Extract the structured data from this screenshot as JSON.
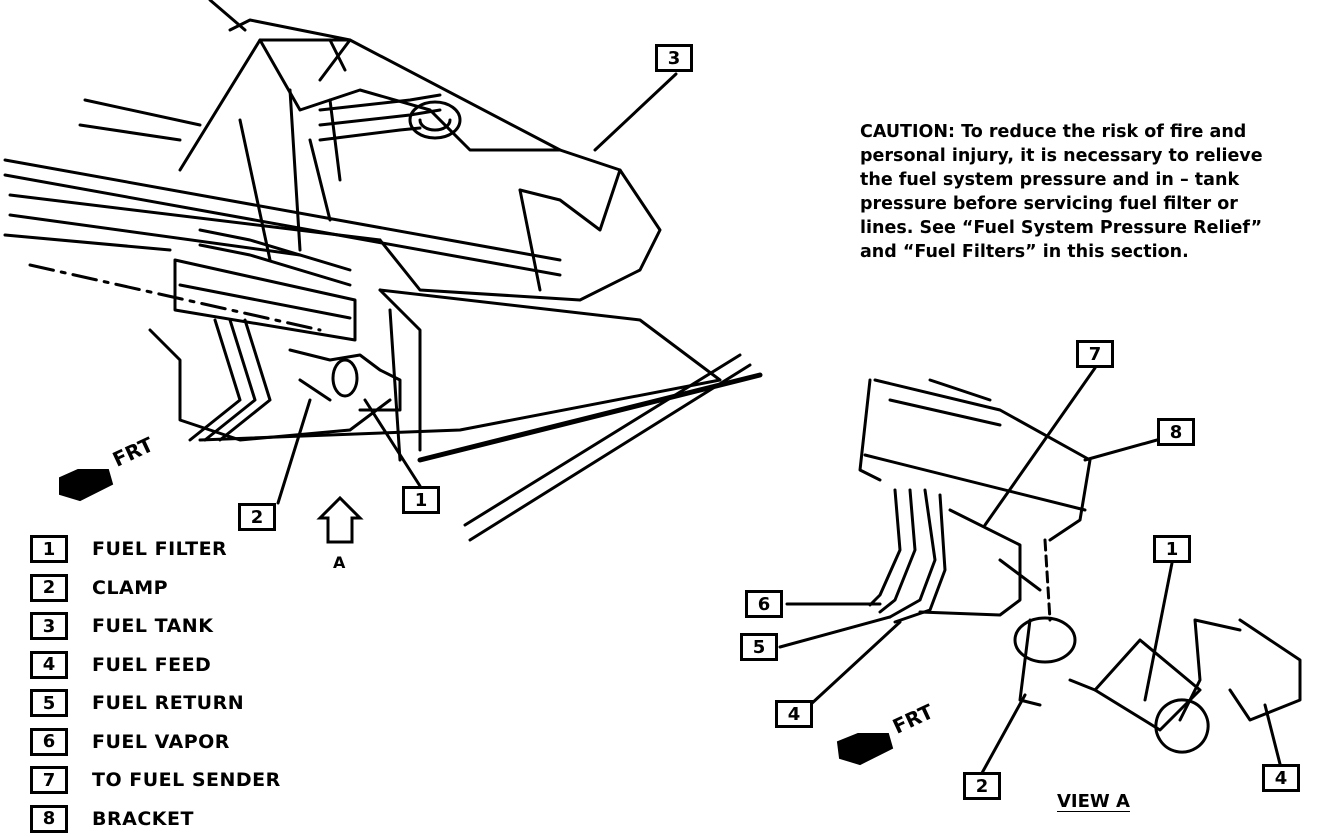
{
  "caution": {
    "lines": [
      "CAUTION:  To reduce the risk of fire and",
      "personal injury, it is necessary to relieve",
      "the fuel system pressure and in – tank",
      "pressure before servicing fuel filter or",
      "lines.  See “Fuel System Pressure Relief”",
      "and “Fuel Filters” in this section."
    ]
  },
  "legend": [
    {
      "num": "1",
      "label": "FUEL FILTER"
    },
    {
      "num": "2",
      "label": "CLAMP"
    },
    {
      "num": "3",
      "label": "FUEL TANK"
    },
    {
      "num": "4",
      "label": "FUEL FEED"
    },
    {
      "num": "5",
      "label": "FUEL RETURN"
    },
    {
      "num": "6",
      "label": "FUEL VAPOR"
    },
    {
      "num": "7",
      "label": "TO FUEL SENDER"
    },
    {
      "num": "8",
      "label": "BRACKET"
    }
  ],
  "callouts": {
    "main_tank": "3",
    "main_clamp": "2",
    "main_filter": "1",
    "view_sender": "7",
    "view_bracket": "8",
    "view_filter": "1",
    "view_vapor": "6",
    "view_return": "5",
    "view_feed": "4",
    "view_clamp": "2",
    "view_line_end": "4"
  },
  "frt_label": "FRT",
  "view_marker": "A",
  "view_label": "VIEW A"
}
